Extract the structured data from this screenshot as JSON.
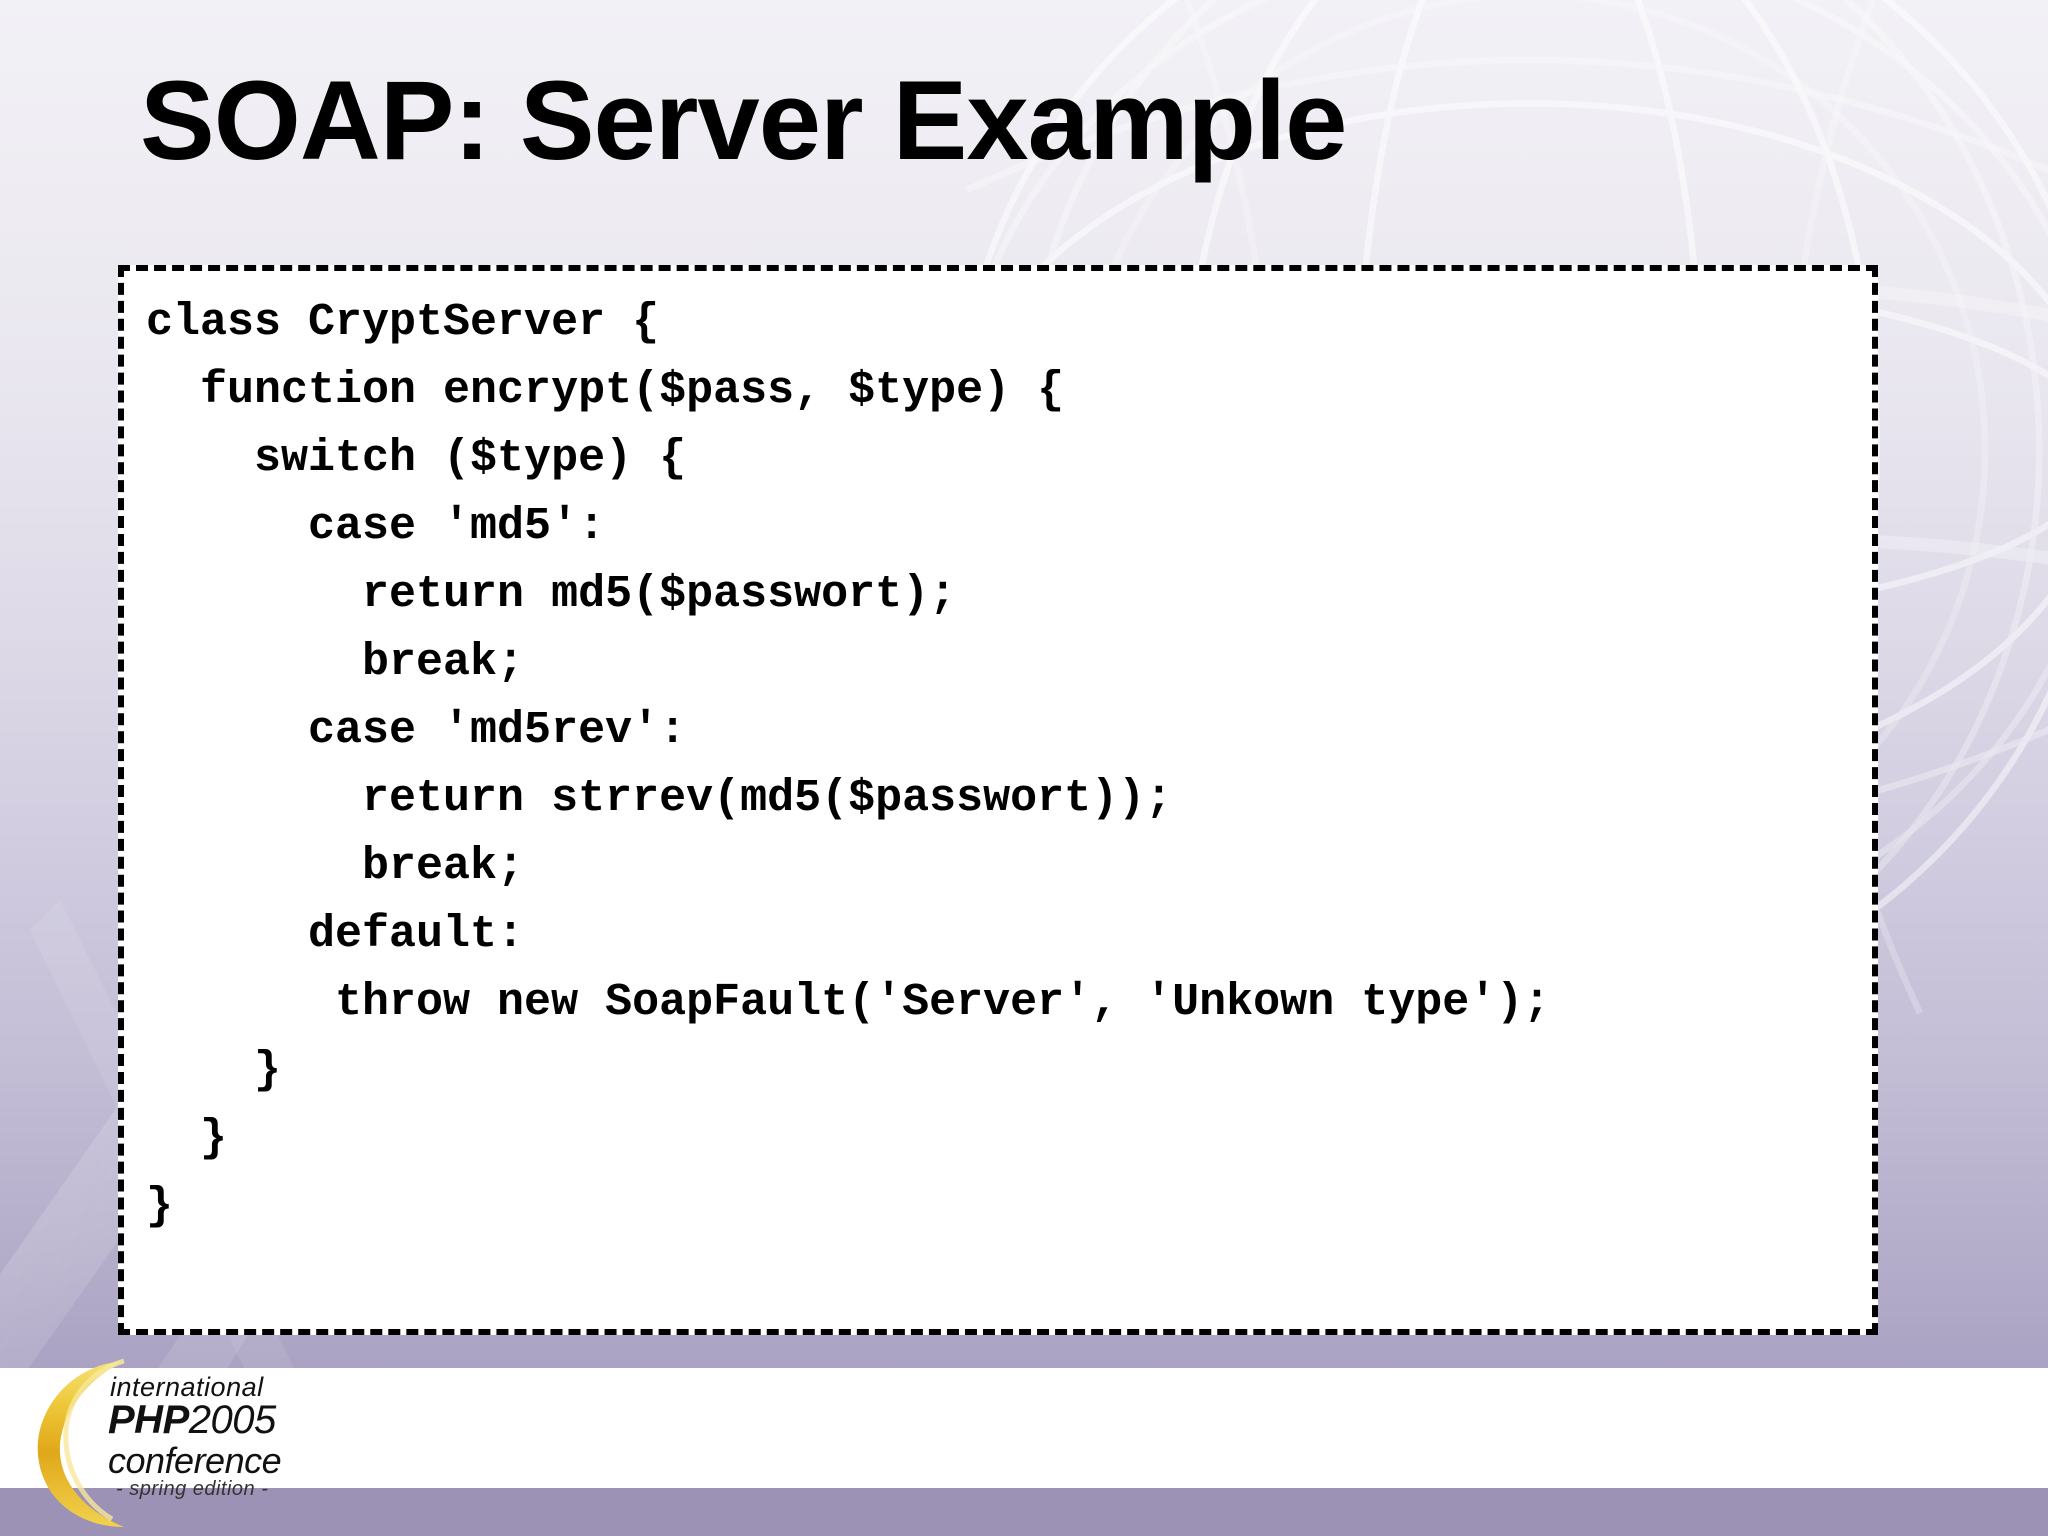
{
  "slide": {
    "title": "SOAP: Server Example",
    "background": {
      "top_color": "#f2f1f6",
      "bottom_color": "#9f95ba",
      "texture": "wireframe-globe"
    },
    "code_block": {
      "border_style": "dashed",
      "border_color": "#000000",
      "background_color": "#ffffff",
      "language": "php",
      "text": "class CryptServer {\n  function encrypt($pass, $type) {\n    switch ($type) {\n      case 'md5':\n        return md5($passwort);\n        break;\n      case 'md5rev':\n        return strrev(md5($passwort));\n        break;\n      default:\n       throw new SoapFault('Server', 'Unkown type');\n    }\n  }\n}",
      "lines": [
        "class CryptServer {",
        "  function encrypt($pass, $type) {",
        "    switch ($type) {",
        "      case 'md5':",
        "        return md5($passwort);",
        "        break;",
        "      case 'md5rev':",
        "        return strrev(md5($passwort));",
        "        break;",
        "      default:",
        "       throw new SoapFault('Server', 'Unkown type');",
        "    }",
        "  }",
        "}"
      ]
    },
    "footer": {
      "logo": {
        "line1": "international",
        "line2_bold": "PHP",
        "line2_year": "2005",
        "line3": "conference",
        "line4": "- spring edition -",
        "swoosh_color": "#e8b91e",
        "band_color": "#ffffff",
        "bar_color": "#9b92b5"
      }
    }
  }
}
